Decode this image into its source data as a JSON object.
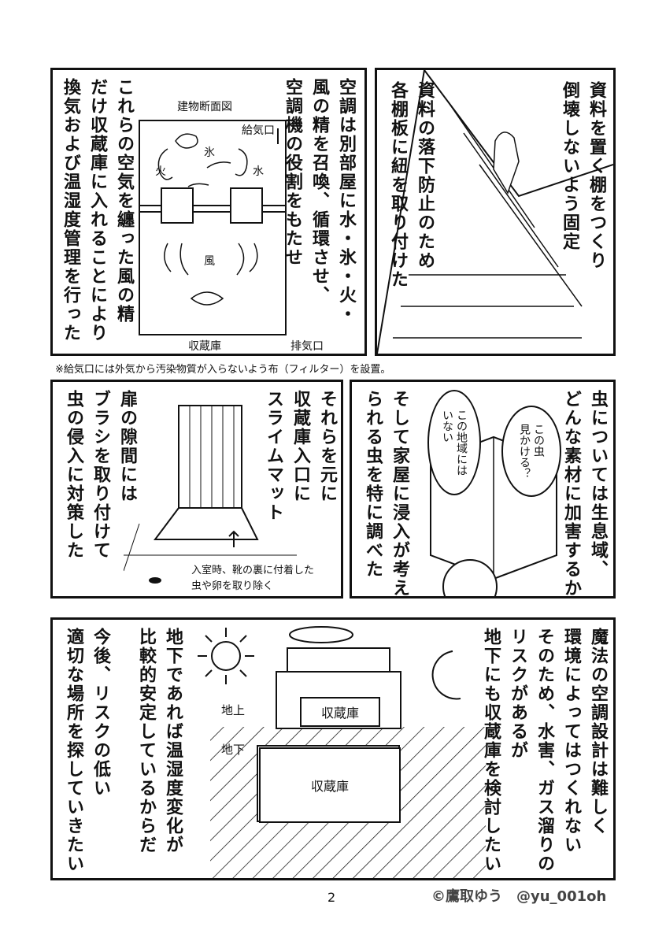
{
  "panel1": {
    "text_right": "空調は別部屋に水・氷・火・",
    "text_right2": "風の精を召喚、循環させ、",
    "text_right3": "空調機の役割をもたせ",
    "text_left1": "これらの空気を纏った風の精",
    "text_left2": "だけ収蔵庫に入れることにより",
    "text_left3": "換気および温湿度管理を行った",
    "diagram": {
      "title": "建物断面図",
      "inlet": "給気口",
      "ice": "氷",
      "fire": "火",
      "water": "水",
      "wind": "風",
      "storage": "収蔵庫",
      "outlet": "排気口"
    }
  },
  "panel2": {
    "line1": "資料を置く棚をつくり",
    "line2": "倒壊しないよう固定",
    "line3": "資料の落下防止のため",
    "line4": "各棚板に紐を取り付けた"
  },
  "footnote": "※給気口には外気から汚染物質が入らないよう布（フィルター）を設置。",
  "panel3": {
    "line1": "それらを元に",
    "line2": "収蔵庫入口に",
    "line3": "スライムマット",
    "line4": "扉の隙間には",
    "line5": "ブラシを取り付けて",
    "line6": "虫の侵入に対策した",
    "caption1": "入室時、靴の裏に付着した",
    "caption2": "虫や卵を取り除く"
  },
  "panel4": {
    "line1": "虫については生息域、",
    "line2": "どんな素材に加害するか",
    "line3": "そして家屋に浸入が考え",
    "line4": "られる虫を特に調べた",
    "bubble1": "この虫\n見かける？",
    "bubble2": "この地域には\nいない"
  },
  "panel5": {
    "line1": "魔法の空調設計は難しく",
    "line2": "環境によってはつくれない",
    "line3": "そのため、水害、ガス溜りの",
    "line4": "リスクがあるが",
    "line5": "地下にも収蔵庫を検討したい",
    "line6": "地下であれば温湿度変化が",
    "line7": "比較的安定しているからだ",
    "line8": "今後、リスクの低い",
    "line9": "適切な場所を探していきたい",
    "above": "地上",
    "below": "地下",
    "storage_upper": "収蔵庫",
    "storage_lower": "収蔵庫"
  },
  "footer": {
    "page": "2",
    "credit": "©鷹取ゆう　@yu_001oh"
  }
}
